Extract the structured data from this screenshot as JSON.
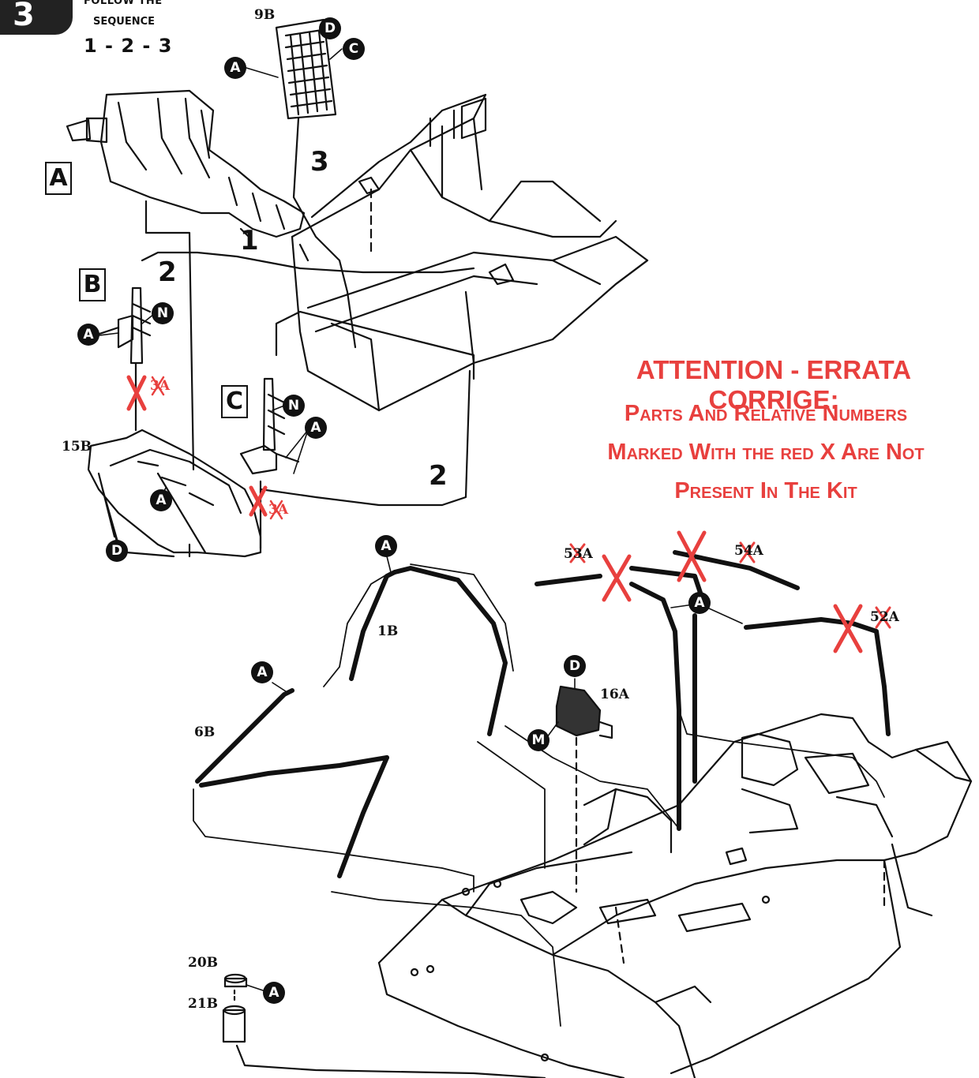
{
  "step": {
    "number": "3",
    "instruction_top": "FOLLOW THE",
    "instruction_mid": "SEQUENCE",
    "sequence": "1 - 2 - 3"
  },
  "assembly_labels": {
    "a": "A",
    "b": "B",
    "c": "C"
  },
  "step_markers": {
    "m1": "1",
    "m2a": "2",
    "m2b": "2",
    "m3": "3"
  },
  "part_numbers": {
    "p9b": "9B",
    "p15b": "15B",
    "p3a_1": "3A",
    "p3a_2": "3A",
    "p53a": "53A",
    "p54a": "54A",
    "p52a": "52A",
    "p1b": "1B",
    "p6b": "6B",
    "p16a": "16A",
    "p20b": "20B",
    "p21b": "21B"
  },
  "callouts": {
    "c9_d": "D",
    "c9_c": "C",
    "c9_a": "A",
    "cB_n": "N",
    "cB_a": "A",
    "cC_n": "N",
    "cC_a": "A",
    "c15_a": "A",
    "c15_d": "D",
    "c1_a": "A",
    "c6_a": "A",
    "cbar_a": "A",
    "c16_d": "D",
    "c16_m": "M",
    "c20_a": "A"
  },
  "errata": {
    "title": "ATTENTION - ERRATA CORRIGE:",
    "line1": "Parts And Relative Numbers",
    "line2": "Marked With the red X Are Not",
    "line3": "Present In The Kit"
  },
  "colors": {
    "errata_red": "#e8403e",
    "line_art": "#111111",
    "badge": "#222222"
  }
}
